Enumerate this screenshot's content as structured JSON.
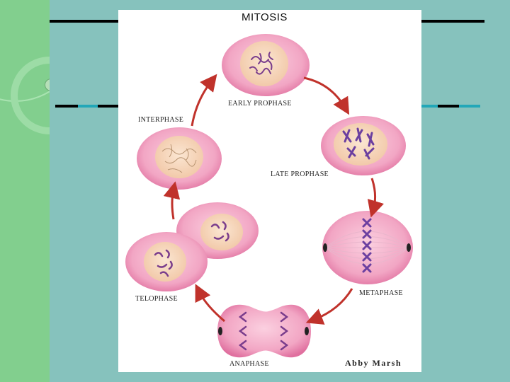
{
  "figure": {
    "title": "MITOSIS",
    "credit": "Abby Marsh",
    "stages": [
      {
        "label": "INTERPHASE"
      },
      {
        "label": "EARLY PROPHASE"
      },
      {
        "label": "LATE PROPHASE"
      },
      {
        "label": "METAPHASE"
      },
      {
        "label": "ANAPHASE"
      },
      {
        "label": "TELOPHASE"
      }
    ]
  },
  "colors": {
    "background": "#86c2bd",
    "sidebar": "#82cf8e",
    "cell": "#f2a6c4",
    "nucleus": "#f7d7b8",
    "chromosome": "#7a3d8c",
    "arrow": "#c0322b"
  }
}
